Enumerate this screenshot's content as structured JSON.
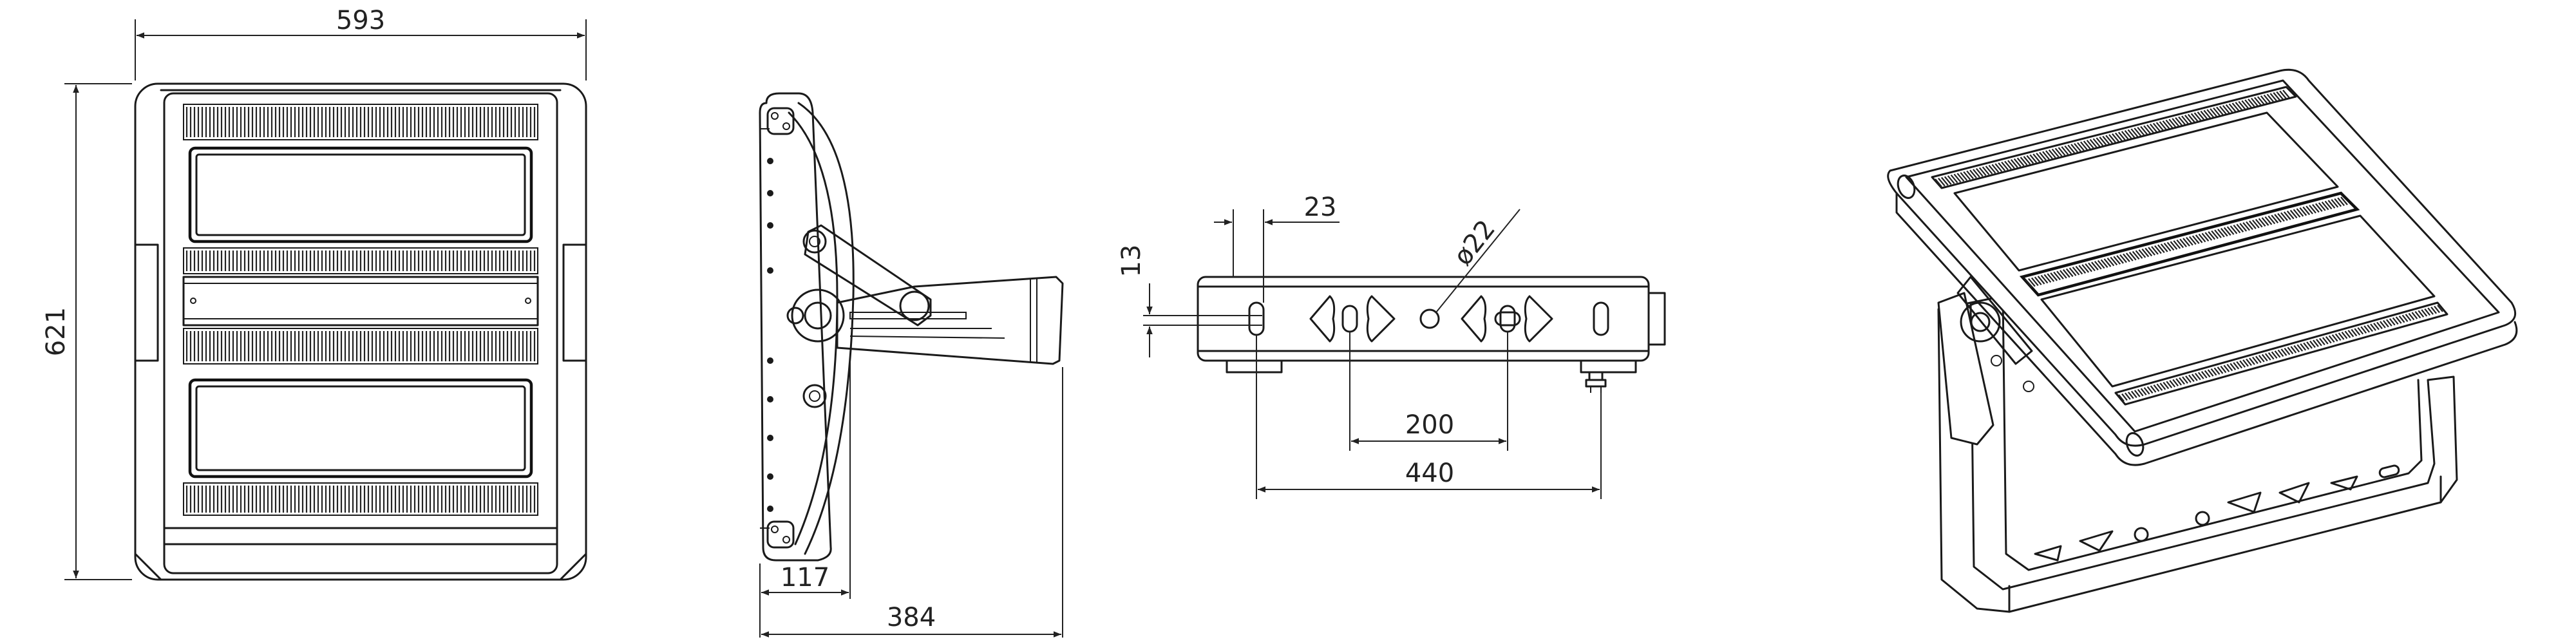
{
  "dimensions": {
    "width_front": "593",
    "height_front": "621",
    "depth_side_total": "384",
    "depth_side_body": "117",
    "hole_offset_23": "23",
    "thickness_13": "13",
    "hole_diameter": "ø22",
    "hole_spacing_200": "200",
    "mount_spacing_440": "440"
  },
  "colors": {
    "line": "#1a1a1a",
    "background": "#ffffff"
  }
}
